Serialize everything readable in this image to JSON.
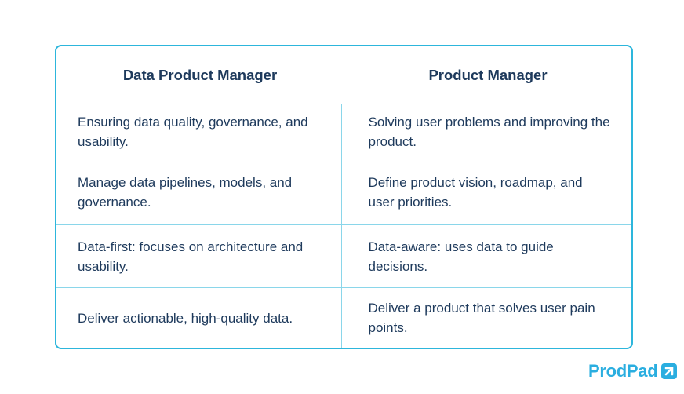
{
  "table": {
    "headers": [
      "Data Product Manager",
      "Product Manager"
    ],
    "rows": [
      [
        "Ensuring data quality, governance, and usability.",
        "Solving user problems and improving the product."
      ],
      [
        "Manage data pipelines, models, and governance.",
        "Define product vision, roadmap, and user priorities."
      ],
      [
        "Data-first: focuses on architecture and usability.",
        "Data-aware: uses data to guide decisions."
      ],
      [
        "Deliver actionable, high-quality data.",
        "Deliver a product that solves user pain points."
      ]
    ]
  },
  "logo": {
    "text": "ProdPad",
    "color": "#2aaee0"
  },
  "colors": {
    "border": "#2db6dc",
    "text": "#1e3a5c"
  }
}
